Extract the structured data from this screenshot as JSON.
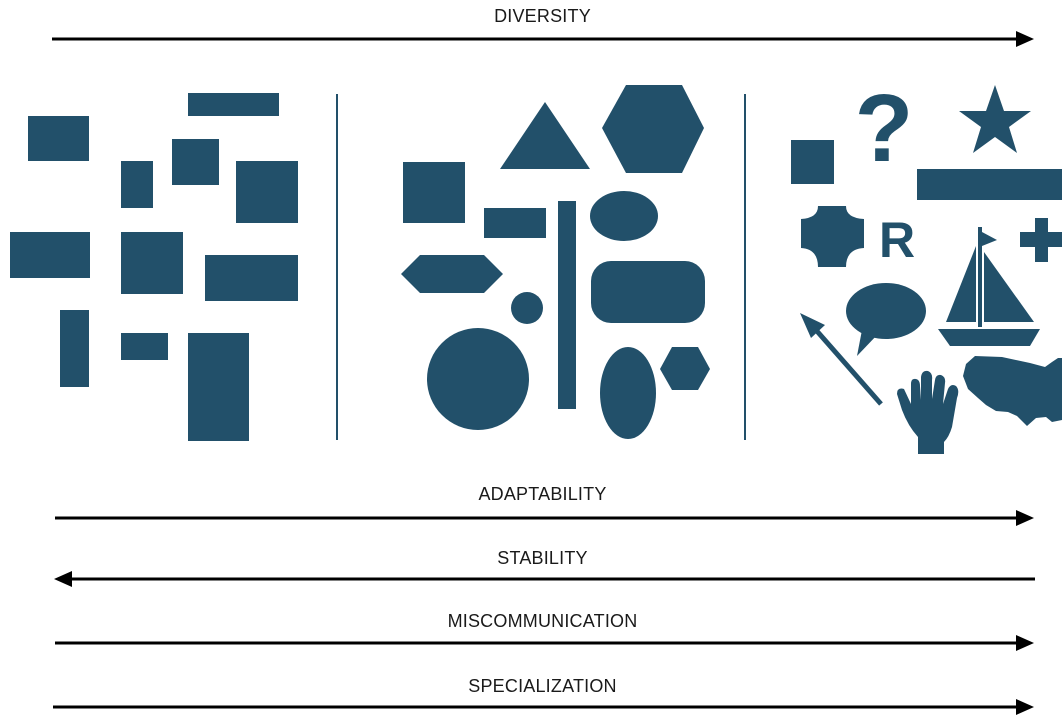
{
  "labels": {
    "diversity": "DIVERSITY",
    "adaptability": "ADAPTABILITY",
    "stability": "STABILITY",
    "miscommunication": "MISCOMMUNICATION",
    "specialization": "SPECIALIZATION"
  },
  "arrow_directions": {
    "diversity": "right",
    "adaptability": "right",
    "stability": "left",
    "miscommunication": "right",
    "specialization": "right"
  },
  "panels": [
    "uniform rectangles",
    "geometric shapes",
    "mixed symbols"
  ],
  "colors": {
    "shape_fill": "#22506a",
    "arrow": "#000000",
    "text": "#1a1a1a",
    "background": "#ffffff"
  },
  "icons": [
    "question-mark-icon",
    "star-icon",
    "plus-icon",
    "letter-r-icon",
    "sailboat-icon",
    "hand-icon",
    "usa-map-icon",
    "speech-bubble-icon",
    "diagonal-arrow-icon",
    "rounded-cross-icon"
  ],
  "icon_glyphs": {
    "question": "?",
    "r": "R"
  }
}
